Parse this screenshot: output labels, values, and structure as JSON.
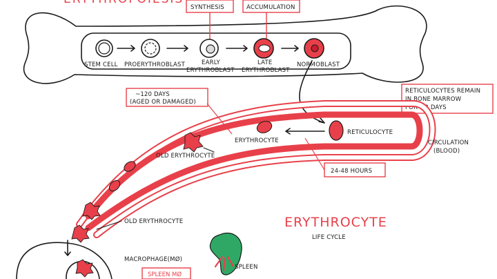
{
  "header": {
    "partial_title": "ERYTHROPOIESIS"
  },
  "marrow_stages": {
    "stem_cell": "STEM CELL",
    "proerythroblast": "PROERYTHROBLAST",
    "early_line1": "EARLY",
    "early_line2": "ERYTHROBLAST",
    "late_line1": "LATE",
    "late_line2": "ERYTHROBLAST",
    "normoblast": "NORMOBLAST"
  },
  "stage_notes": {
    "synthesis": "SYNTHESIS",
    "accumulation": "ACCUMULATION"
  },
  "reticulocyte_note": {
    "line1": "RETICULOCYTES REMAIN",
    "line2": "IN BONE MARROW",
    "line3": "FOR ~3 DAYS"
  },
  "vessel": {
    "lifespan_line1": "~120 DAYS",
    "lifespan_line2": "(AGED OR DAMAGED)",
    "erythrocyte": "ERYTHROCYTE",
    "reticulocyte": "RETICULOCYTE",
    "old_erythrocyte": "OLD ERYTHROCYTE",
    "maturation_time": "24-48 HOURS",
    "circulation_line1": "CIRCULATION",
    "circulation_line2": "(BLOOD)"
  },
  "clearance": {
    "old_erythrocyte": "OLD ERYTHROCYTE",
    "macrophage": "MACROPHAGE(MØ)",
    "spleen_macrophage": "SPLEEN MØ",
    "spleen": "SPLEEN"
  },
  "main_title": {
    "title": "ERYTHROCYTE",
    "subtitle": "LIFE CYCLE"
  },
  "colors": {
    "accent_red": "#e8404a",
    "dark_red": "#c91f2c",
    "spleen_green": "#2fa866",
    "ink": "#1a1a1a"
  }
}
